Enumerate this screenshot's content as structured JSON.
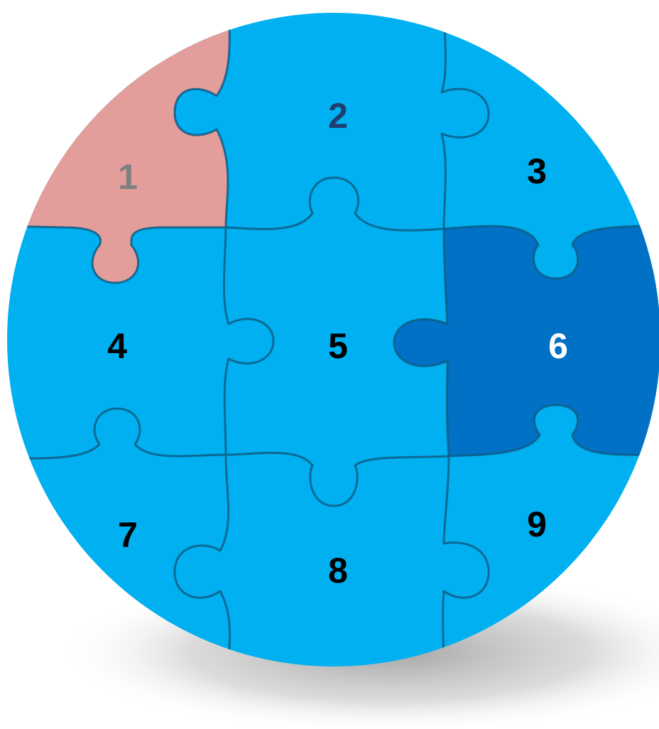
{
  "puzzle": {
    "base_color": "#00b0f0",
    "seam_color": "#0f5d86",
    "pieces": [
      {
        "label": "1",
        "fill": "#e39d9b",
        "text_color": "#7f7f7f"
      },
      {
        "label": "2",
        "fill": "#00b0f0",
        "text_color": "#1f3d6f"
      },
      {
        "label": "3",
        "fill": "#00b0f0",
        "text_color": "#000000"
      },
      {
        "label": "4",
        "fill": "#00b0f0",
        "text_color": "#000000"
      },
      {
        "label": "5",
        "fill": "#00b0f0",
        "text_color": "#000000"
      },
      {
        "label": "6",
        "fill": "#0071c5",
        "text_color": "#ffffff"
      },
      {
        "label": "7",
        "fill": "#00b0f0",
        "text_color": "#000000"
      },
      {
        "label": "8",
        "fill": "#00b0f0",
        "text_color": "#000000"
      },
      {
        "label": "9",
        "fill": "#00b0f0",
        "text_color": "#000000"
      }
    ]
  }
}
